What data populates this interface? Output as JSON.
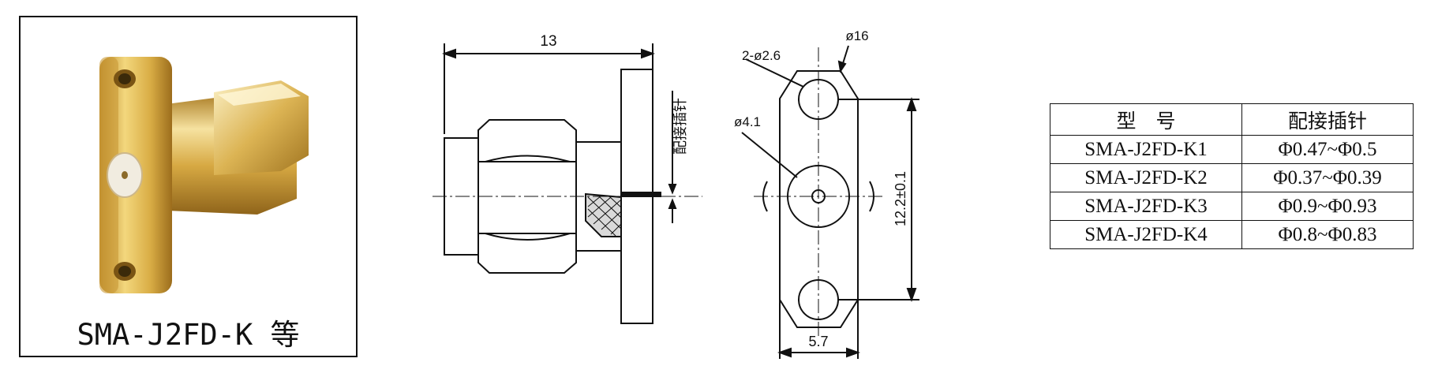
{
  "photo": {
    "caption": "SMA-J2FD-K 等"
  },
  "side_view": {
    "length_dim": "13",
    "pin_label": "配接插针"
  },
  "front_view": {
    "outer_dia": "ø16",
    "hole_label": "2-ø2.6",
    "center_dia": "ø4.1",
    "spacing_dim": "12.2±0.1",
    "width_dim": "5.7"
  },
  "table": {
    "headers": [
      "型　号",
      "配接插针"
    ],
    "rows": [
      [
        "SMA-J2FD-K1",
        "Φ0.47~Φ0.5"
      ],
      [
        "SMA-J2FD-K2",
        "Φ0.37~Φ0.39"
      ],
      [
        "SMA-J2FD-K3",
        "Φ0.9~Φ0.93"
      ],
      [
        "SMA-J2FD-K4",
        "Φ0.8~Φ0.83"
      ]
    ]
  },
  "colors": {
    "gold": "#d4a63a",
    "line": "#111111"
  }
}
